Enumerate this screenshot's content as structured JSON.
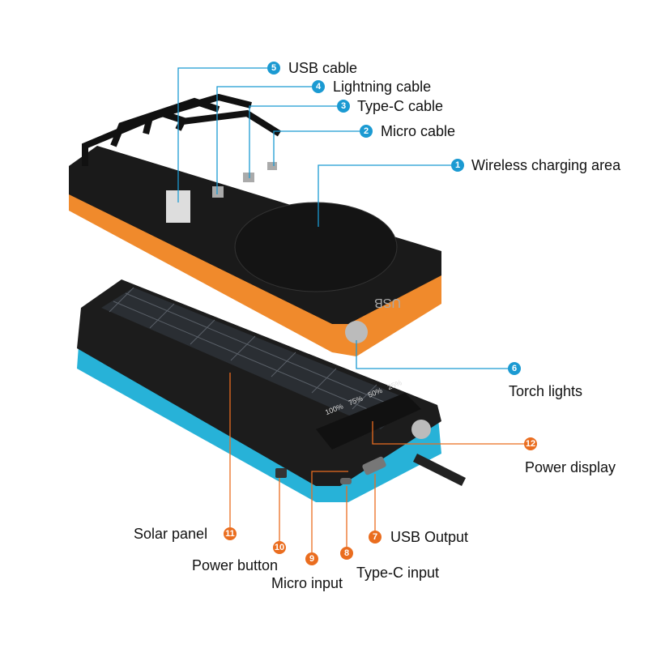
{
  "colors": {
    "blue": "#1b9ad2",
    "orange": "#ea6d1f"
  },
  "callouts": [
    {
      "num": "1",
      "label": "Wireless charging area"
    },
    {
      "num": "2",
      "label": "Micro cable"
    },
    {
      "num": "3",
      "label": "Type-C cable"
    },
    {
      "num": "4",
      "label": "Lightning cable"
    },
    {
      "num": "5",
      "label": "USB cable"
    },
    {
      "num": "6",
      "label": "Torch lights"
    },
    {
      "num": "7",
      "label": "USB Output"
    },
    {
      "num": "8",
      "label": "Type-C input"
    },
    {
      "num": "9",
      "label": "Micro input"
    },
    {
      "num": "10",
      "label": "Power button"
    },
    {
      "num": "11",
      "label": "Solar panel"
    },
    {
      "num": "12",
      "label": "Power display"
    }
  ],
  "device": {
    "usb_mark": "USB",
    "battery_levels": [
      "25%",
      "50%",
      "75%",
      "100%"
    ]
  }
}
